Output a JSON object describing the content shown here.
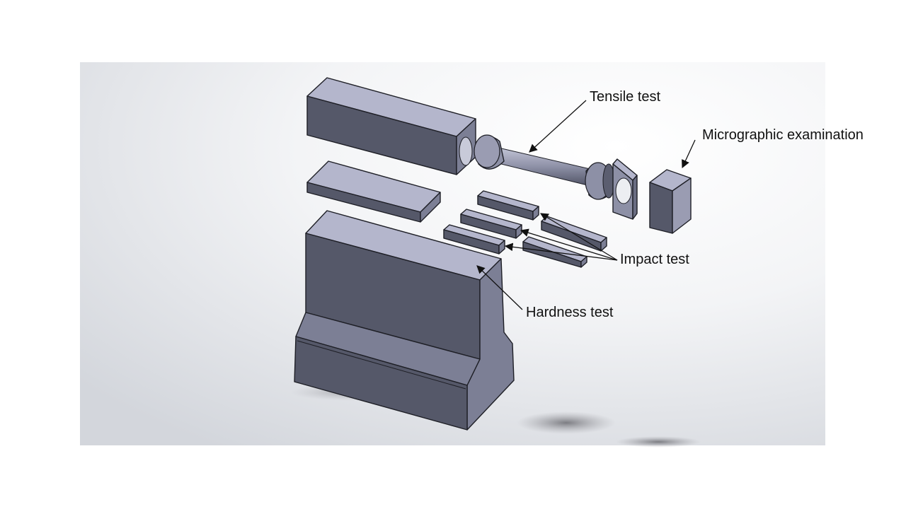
{
  "labels": {
    "tensile": "Tensile test",
    "micrographic": "Micrographic examination",
    "impact": "Impact test",
    "hardness": "Hardness test"
  },
  "colors": {
    "face_top": "#b4b6cc",
    "face_front": "#555869",
    "face_side": "#7c7f95",
    "face_light": "#9a9cb2",
    "viewport_center": "#ffffff",
    "viewport_edge": "#cfd2d9"
  }
}
